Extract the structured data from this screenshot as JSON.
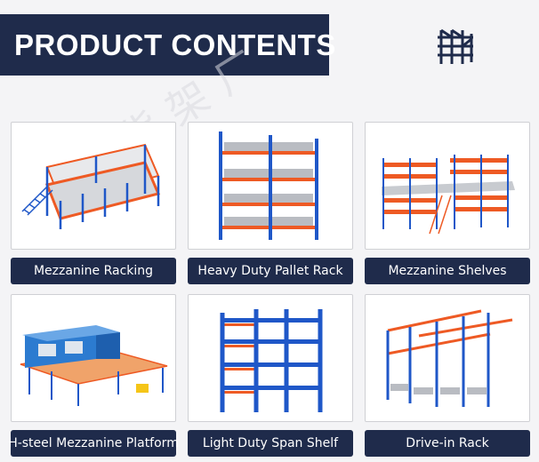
{
  "header": {
    "title": "PRODUCT CONTENTS"
  },
  "watermark": {
    "text": "鑫美货架厂"
  },
  "colors": {
    "navy": "#1f2b4b",
    "orange": "#ee5a24",
    "blue": "#1f57c8",
    "grey": "#9aa0a8"
  },
  "products": [
    {
      "label": "Mezzanine Racking",
      "icon": "mezzanine-racking-image"
    },
    {
      "label": "Heavy Duty Pallet Rack",
      "icon": "pallet-rack-image"
    },
    {
      "label": "Mezzanine Shelves",
      "icon": "mezzanine-shelves-image"
    },
    {
      "label": "H-steel Mezzanine Platform",
      "icon": "steel-platform-image"
    },
    {
      "label": "Light Duty Span Shelf",
      "icon": "span-shelf-image"
    },
    {
      "label": "Drive-in Rack",
      "icon": "drive-in-rack-image"
    }
  ]
}
